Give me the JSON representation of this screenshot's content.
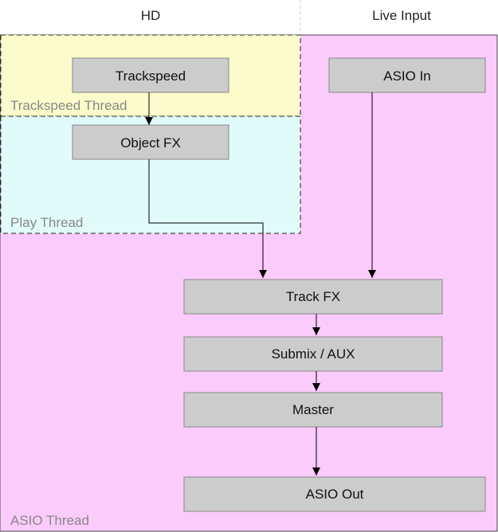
{
  "columns": {
    "hd": "HD",
    "live": "Live Input"
  },
  "threads": {
    "asio": {
      "label": "ASIO Thread",
      "color": "#fbcbfb"
    },
    "trackspeed": {
      "label": "Trackspeed Thread",
      "color": "#fbfbcb"
    },
    "play": {
      "label": "Play Thread",
      "color": "#e1fbfb"
    }
  },
  "boxes": {
    "trackspeed": "Trackspeed",
    "object_fx": "Object FX",
    "asio_in": "ASIO In",
    "track_fx": "Track FX",
    "submix": "Submix / AUX",
    "master": "Master",
    "asio_out": "ASIO Out"
  },
  "colors": {
    "box_fill": "#cccccc",
    "box_stroke": "#888888",
    "thread_label": "#888888",
    "divider": "#cccccc"
  }
}
